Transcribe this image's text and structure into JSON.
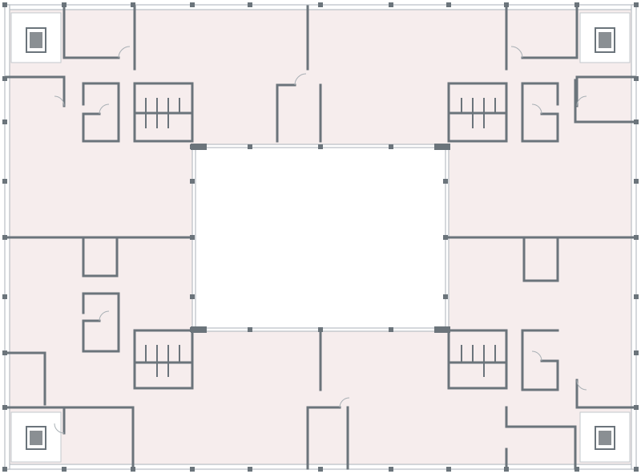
{
  "plan": {
    "description_visible_text": "",
    "colors": {
      "floor": "#f6eded",
      "wall": "#6b747b",
      "column": "#6b747b",
      "window": "#b9bfc4",
      "stair_core": "#8a8f93",
      "courtyard": "#ffffff",
      "door": "#a9b0b5"
    },
    "counts": {
      "stair_cores": 4,
      "restroom_blocks": 4,
      "courtyards": 1
    }
  }
}
